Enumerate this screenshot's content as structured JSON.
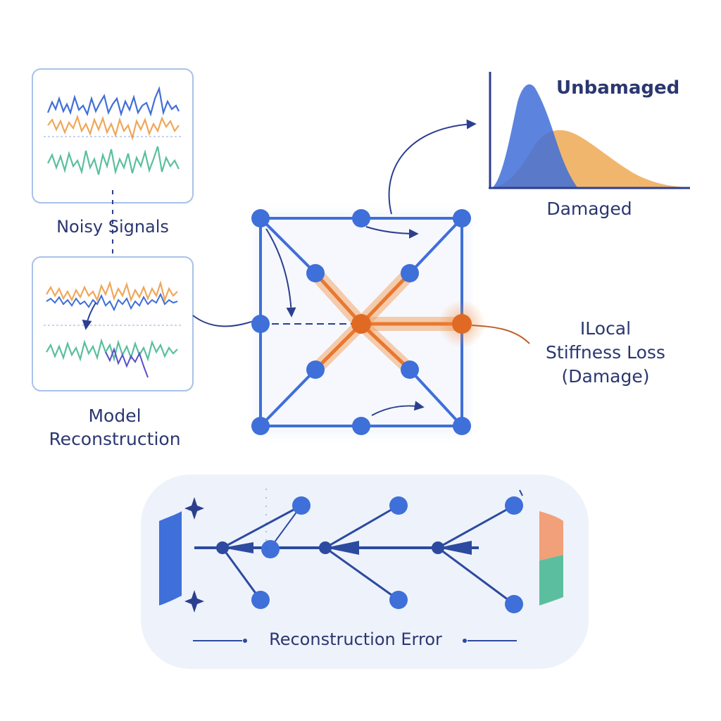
{
  "labels": {
    "noisy_signals": "Noisy Signals",
    "model_line1": "Model",
    "model_line2": "Reconstruction",
    "undamaged": "Unbamaged",
    "damaged": "Damaged",
    "stiffness_line1": "ILocal",
    "stiffness_line2": "Stiffness Loss",
    "stiffness_line3": "(Damage)",
    "reconstruction_error": "Reconstruction Error"
  },
  "colors": {
    "blue": "#3f6fd8",
    "blue_dark": "#2c3f8f",
    "orange": "#e8782e",
    "orange_light": "#efa75a",
    "green": "#5bbf9f",
    "panel_border": "#a9c2e8",
    "bottom_panel": "#eef2fb",
    "text": "#2b3770"
  }
}
